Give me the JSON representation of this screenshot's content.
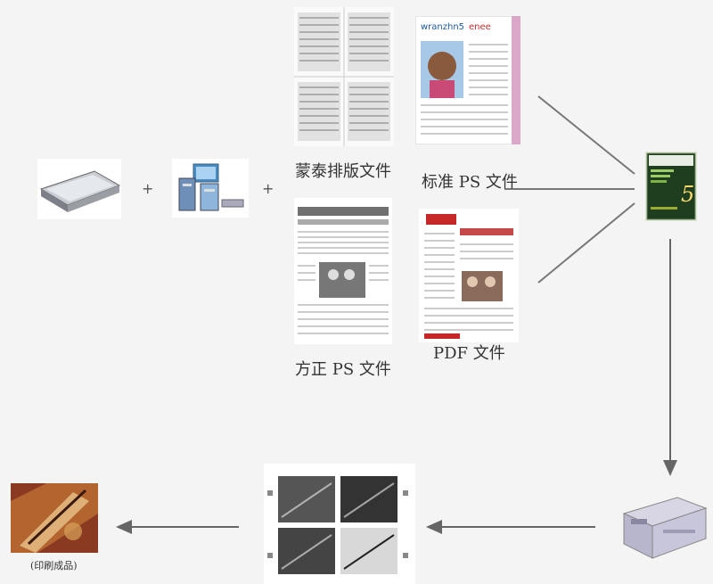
{
  "labels": {
    "mengtai": "蒙泰排版文件",
    "standard_ps": "标准 PS 文件",
    "founder_ps": "方正 PS 文件",
    "pdf": "PDF 文件",
    "print_result": "(印刷成品)"
  },
  "operators": {
    "plus": "+"
  },
  "software_box": {
    "numeral": "5"
  },
  "icons": [
    "scanner-icon",
    "computer-icon",
    "software-box-icon",
    "printer-icon",
    "film-proof-icon",
    "printed-product-icon"
  ]
}
